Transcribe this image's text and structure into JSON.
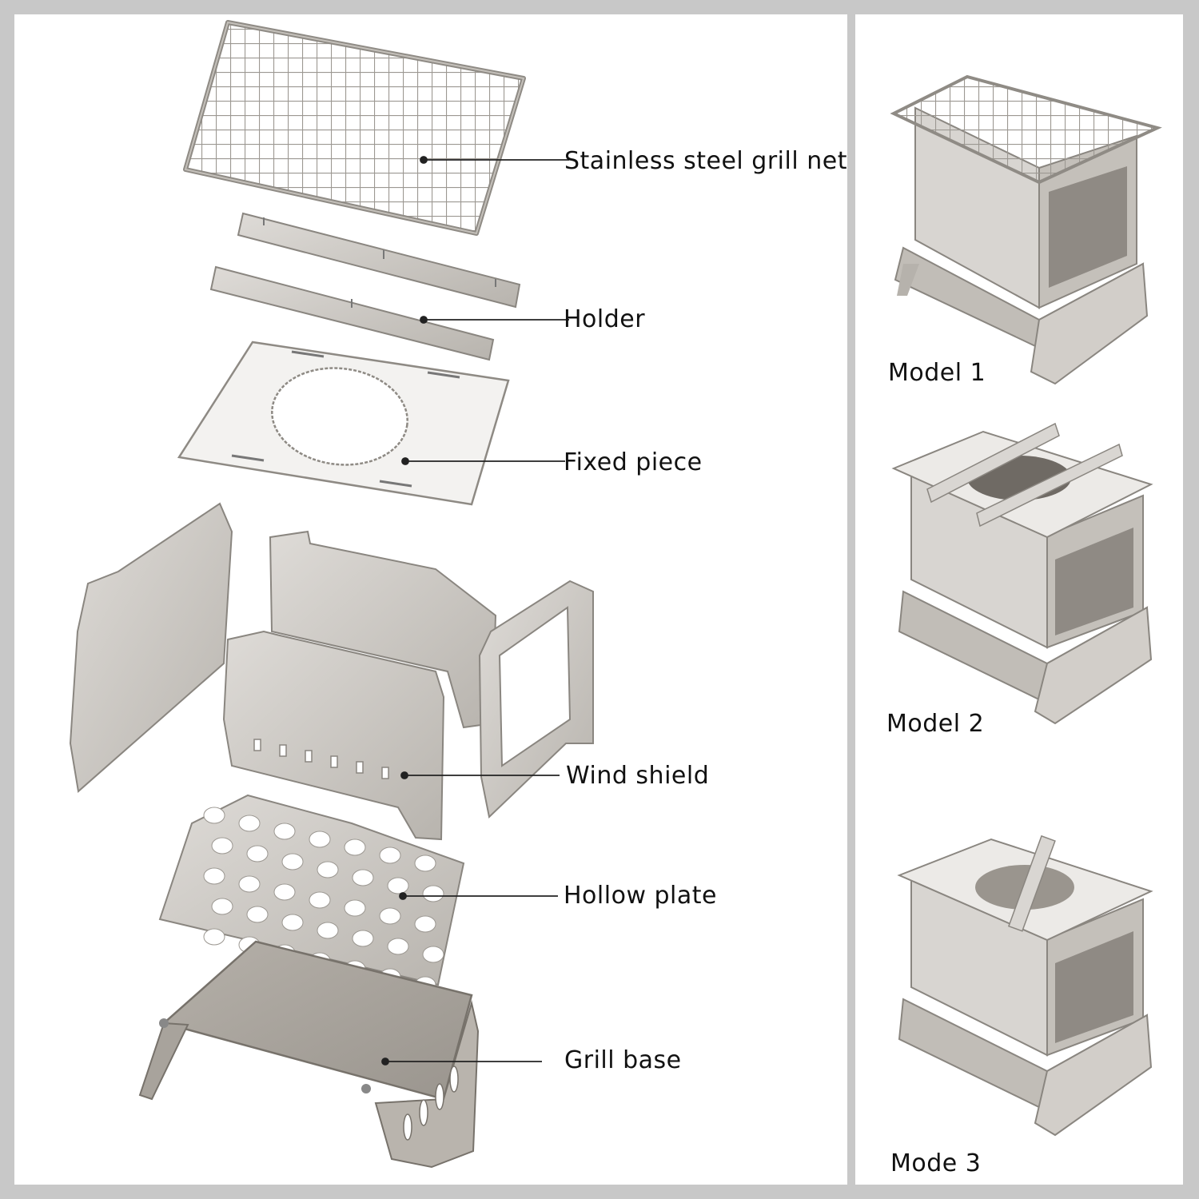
{
  "parts": [
    {
      "id": "grill-net",
      "label": "Stainless steel grill net"
    },
    {
      "id": "holder",
      "label": "Holder"
    },
    {
      "id": "fixed-piece",
      "label": "Fixed piece"
    },
    {
      "id": "wind-shield",
      "label": "Wind shield"
    },
    {
      "id": "hollow-plate",
      "label": "Hollow plate"
    },
    {
      "id": "grill-base",
      "label": "Grill base"
    }
  ],
  "models": [
    {
      "id": "model-1",
      "label": "Model 1"
    },
    {
      "id": "model-2",
      "label": "Model 2"
    },
    {
      "id": "model-3",
      "label": "Mode 3"
    }
  ],
  "colors": {
    "metal": "#c9c6c2",
    "metal_dark": "#a9a5a0",
    "metal_light": "#e6e4e1",
    "outline": "#8a8680",
    "frame": "#c8c8c8"
  }
}
